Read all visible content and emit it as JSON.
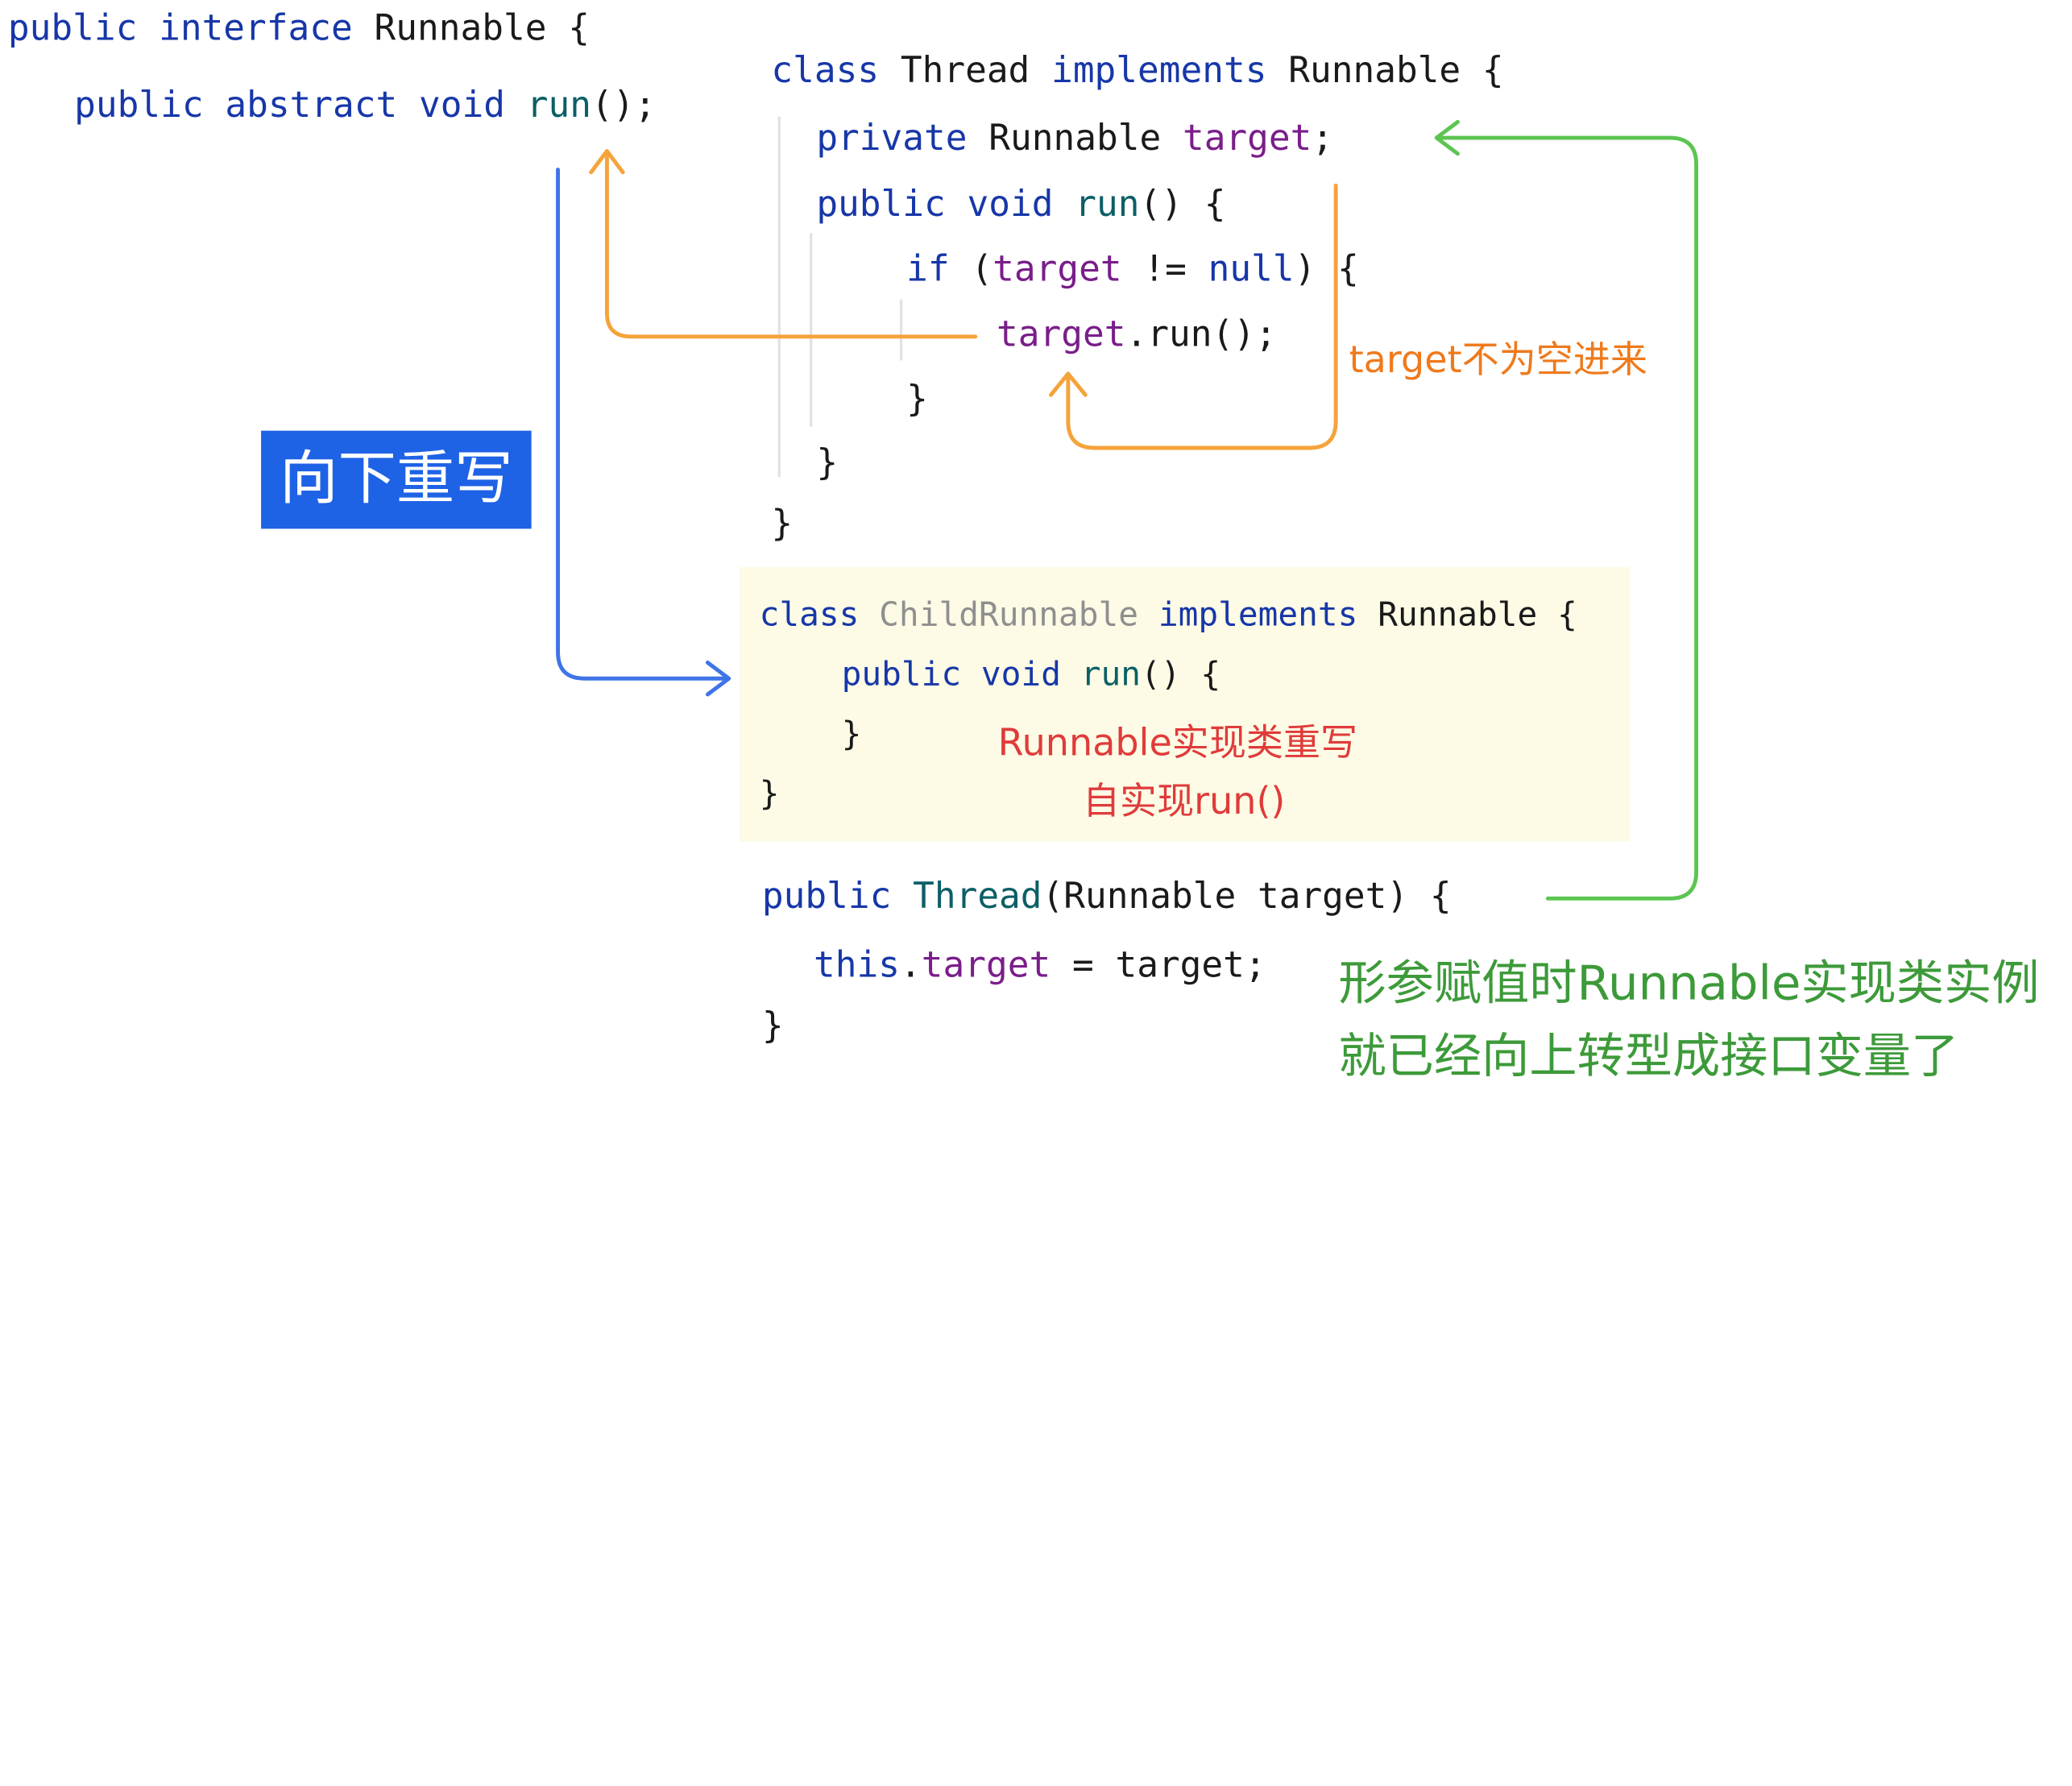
{
  "interface_block": {
    "line1": {
      "kw_public": "public",
      "kw_interface": "interface",
      "name": "Runnable",
      "brace": "{"
    },
    "line2": {
      "kw_public": "public",
      "kw_abstract": "abstract",
      "kw_void": "void",
      "method": "run",
      "tail": "();"
    }
  },
  "thread_block": {
    "line1": {
      "kw_class": "class",
      "name": "Thread",
      "kw_implements": "implements",
      "iface": "Runnable",
      "brace": "{"
    },
    "line2": {
      "kw_private": "private",
      "type": "Runnable",
      "field": "target",
      "semi": ";"
    },
    "line3": {
      "kw_public": "public",
      "kw_void": "void",
      "method": "run",
      "tail": "() {"
    },
    "line4": {
      "kw_if": "if",
      "open": "(",
      "field": "target",
      "op": "!=",
      "kw_null": "null",
      "tail": ") {"
    },
    "line5": {
      "field": "target",
      "tail": ".run();"
    },
    "close_if": "}",
    "close_run": "}",
    "close_class": "}"
  },
  "child_block": {
    "line1": {
      "kw_class": "class",
      "name": "ChildRunnable",
      "kw_implements": "implements",
      "iface": "Runnable",
      "brace": "{"
    },
    "line2": {
      "kw_public": "public",
      "kw_void": "void",
      "method": "run",
      "tail": "() {"
    },
    "close_run": "}",
    "close_class": "}"
  },
  "constructor_block": {
    "line1": {
      "kw_public": "public",
      "name": "Thread",
      "params": "(Runnable target) {"
    },
    "line2": {
      "kw_this": "this",
      "dot": ".",
      "field": "target",
      "tail": " = target;"
    },
    "close": "}"
  },
  "annotations": {
    "override_badge": "向下重写",
    "target_not_null": "target不为空进来",
    "impl_line1": "Runnable实现类重写",
    "impl_line2": "自实现run()",
    "assign_line1": "形参赋值时Runnable实现类实例",
    "assign_line2": "就已经向上转型成接口变量了"
  },
  "colors": {
    "orange_arrow": "#f5a33b",
    "blue_arrow": "#3f74e8",
    "green_arrow": "#5cc552",
    "orange_text": "#ef7a1c",
    "red_text": "#e03b3b",
    "green_text": "#3d9a3a",
    "badge_bg": "#1e62e6",
    "child_box_bg": "#fdfbe5"
  }
}
